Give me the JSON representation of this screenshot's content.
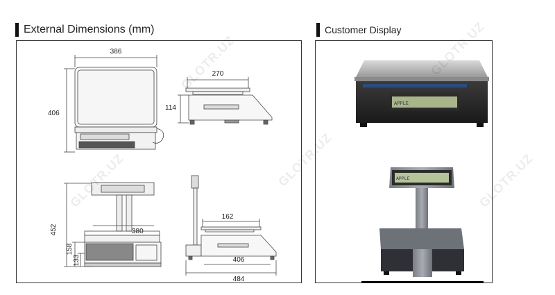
{
  "sections": {
    "dimensions_title": "External Dimensions (mm)",
    "display_title": "Customer Display"
  },
  "dimensions": {
    "top_width": "386",
    "top_height": "406",
    "side_depth": "270",
    "side_height": "114",
    "pole_height": "452",
    "pole_width": "380",
    "base_height": "158",
    "foot_height": "133",
    "pole_side_tray": "162",
    "pole_side_base": "406",
    "pole_side_total": "484"
  },
  "display": {
    "lcd_text_1": "APPLE",
    "lcd_text_2": "APPLE"
  },
  "watermark": "GLOTR.UZ"
}
